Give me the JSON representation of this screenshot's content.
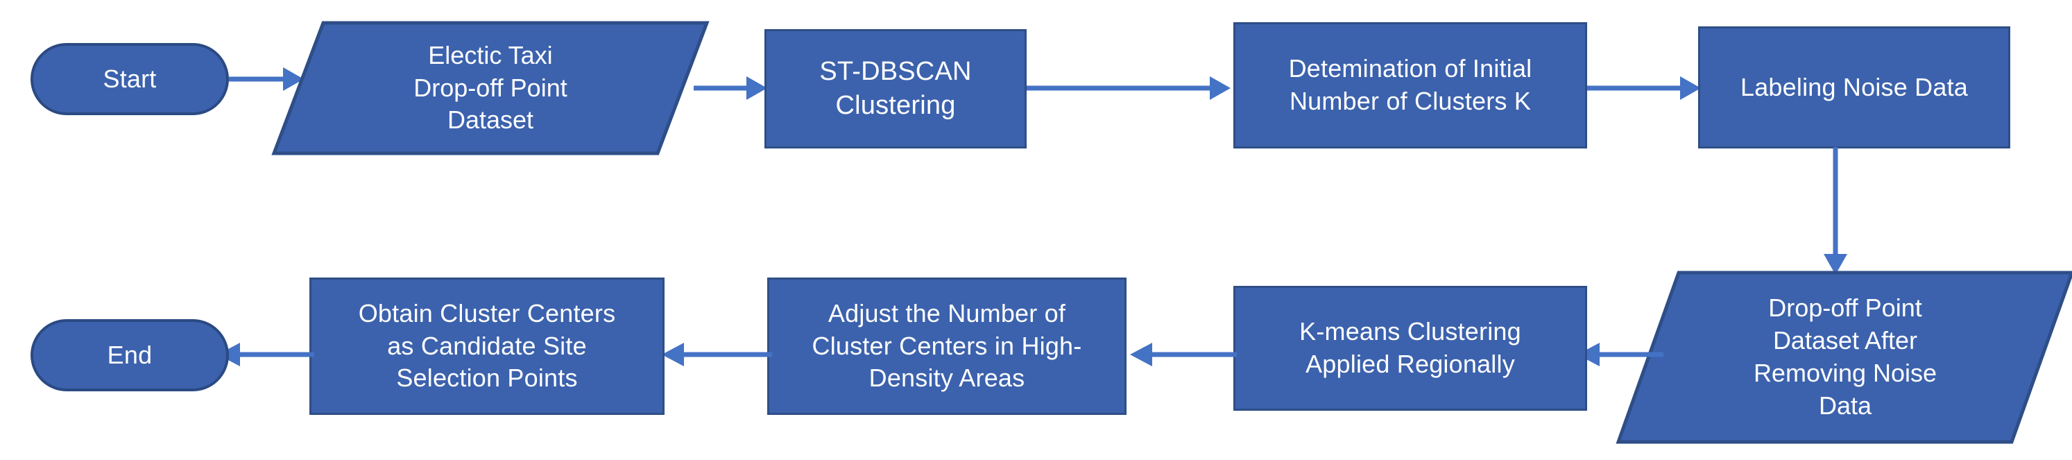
{
  "diagram": {
    "title": "Electric Taxi Charging Site Selection Clustering Workflow",
    "colors": {
      "node_fill": "#3C62AD",
      "node_border": "#2E4E87",
      "connector": "#4472C4",
      "text": "#FFFFFF",
      "background": "#FFFFFF"
    },
    "nodes": [
      {
        "id": "start",
        "shape": "terminator",
        "label": "Start"
      },
      {
        "id": "dataset",
        "shape": "parallelogram",
        "label": "Electic Taxi\nDrop-off Point\nDataset"
      },
      {
        "id": "stdbscan",
        "shape": "process",
        "label": "ST-DBSCAN  Clustering"
      },
      {
        "id": "determ_k",
        "shape": "process",
        "label": "Detemination of Initial\nNumber of Clusters K"
      },
      {
        "id": "label_noise",
        "shape": "process",
        "label": "Labeling Noise Data"
      },
      {
        "id": "clean_data",
        "shape": "parallelogram",
        "label": "Drop-off Point\nDataset After\nRemoving Noise\nData"
      },
      {
        "id": "kmeans",
        "shape": "process",
        "label": "K-means Clustering\nApplied Regionally"
      },
      {
        "id": "adjust",
        "shape": "process",
        "label": "Adjust the Number of\nCluster Centers in High-\nDensity Areas"
      },
      {
        "id": "obtain",
        "shape": "process",
        "label": "Obtain Cluster Centers\nas Candidate Site\nSelection Points"
      },
      {
        "id": "end",
        "shape": "terminator",
        "label": "End"
      }
    ],
    "edges": [
      {
        "from": "start",
        "to": "dataset",
        "direction": "right"
      },
      {
        "from": "dataset",
        "to": "stdbscan",
        "direction": "right"
      },
      {
        "from": "stdbscan",
        "to": "determ_k",
        "direction": "right"
      },
      {
        "from": "determ_k",
        "to": "label_noise",
        "direction": "right"
      },
      {
        "from": "label_noise",
        "to": "clean_data",
        "direction": "down"
      },
      {
        "from": "clean_data",
        "to": "kmeans",
        "direction": "left"
      },
      {
        "from": "kmeans",
        "to": "adjust",
        "direction": "left"
      },
      {
        "from": "adjust",
        "to": "obtain",
        "direction": "left"
      },
      {
        "from": "obtain",
        "to": "end",
        "direction": "left"
      }
    ]
  }
}
